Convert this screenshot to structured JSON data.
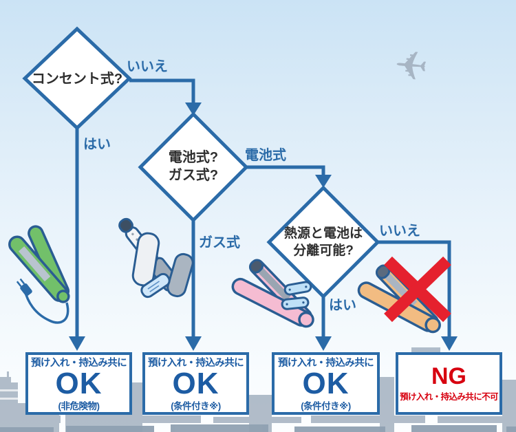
{
  "flowchart": {
    "decisions": [
      {
        "text": "コンセント式?"
      },
      {
        "text": "電池式?\nガス式?"
      },
      {
        "text": "熱源と電池は\n分離可能?"
      }
    ],
    "branches": {
      "d1_no": "いいえ",
      "d1_yes": "はい",
      "d2_battery": "電池式",
      "d2_gas": "ガス式",
      "d3_no": "いいえ",
      "d3_yes": "はい"
    },
    "results": [
      {
        "header": "預け入れ・持込み共に",
        "verdict": "OK",
        "note": "(非危険物)"
      },
      {
        "header": "預け入れ・持込み共に",
        "verdict": "OK",
        "note": "(条件付き※)"
      },
      {
        "header": "預け入れ・持込み共に",
        "verdict": "OK",
        "note": "(条件付き※)"
      },
      {
        "verdict": "NG",
        "note": "預け入れ・持込み共に不可"
      }
    ]
  },
  "icons": {
    "airplane": "✈",
    "corded_iron": "green-corded-hair-iron",
    "gas_iron": "gas-hair-iron-with-cartridges",
    "battery_iron": "pink-hair-iron-with-removable-batteries",
    "ng_iron": "hair-iron-non-separable-crossed-out"
  },
  "colors": {
    "line_blue": "#2b6ba8",
    "ok_blue": "#1d5ca3",
    "ng_red": "#d7000f",
    "cross_red": "#e5212e",
    "silhouette_gray": "#a9b6c4"
  }
}
